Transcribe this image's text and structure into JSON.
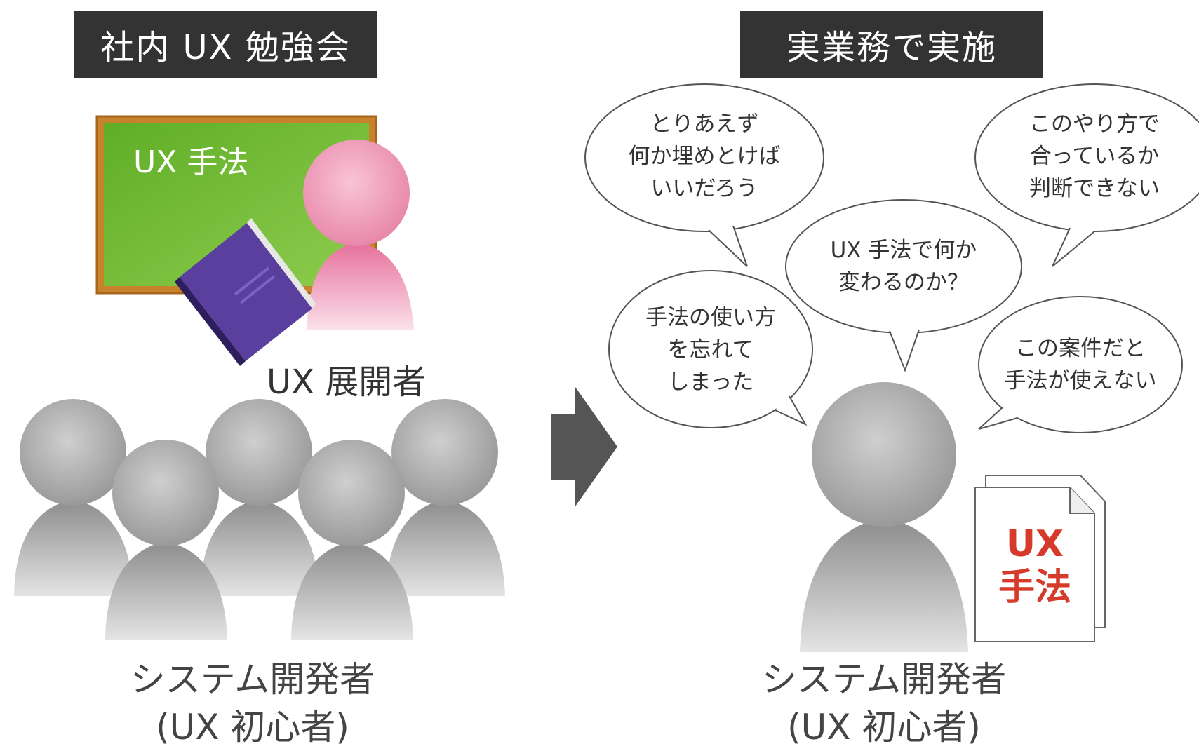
{
  "left_panel": {
    "header": "社内 UX 勉強会",
    "board_text": "UX 手法",
    "presenter_label": "UX 展開者",
    "audience_label_line1": "システム開発者",
    "audience_label_line2": "(UX 初心者)"
  },
  "right_panel": {
    "header": "実業務で実施",
    "bubbles": [
      {
        "line1": "とりあえず",
        "line2": "何か埋めとけば",
        "line3": "いいだろう"
      },
      {
        "line1": "このやり方で",
        "line2": "合っているか",
        "line3": "判断できない"
      },
      {
        "line1": "UX 手法で何か",
        "line2": "変わるのか？"
      },
      {
        "line1": "手法の使い方",
        "line2": "を忘れて",
        "line3": "しまった"
      },
      {
        "line1": "この案件だと",
        "line2": "手法が使えない"
      }
    ],
    "document_text_line1": "UX",
    "document_text_line2": "手法",
    "user_label_line1": "システム開発者",
    "user_label_line2": "(UX 初心者)"
  },
  "colors": {
    "header_bg": "#333333",
    "board_green": "#6ab82e",
    "board_frame": "#c8822c",
    "presenter_pink": "#ee7fa8",
    "book_purple": "#5a3f9e",
    "person_gray": "#a6a6a6",
    "arrow": "#555555",
    "doc_red": "#d63a2a"
  }
}
